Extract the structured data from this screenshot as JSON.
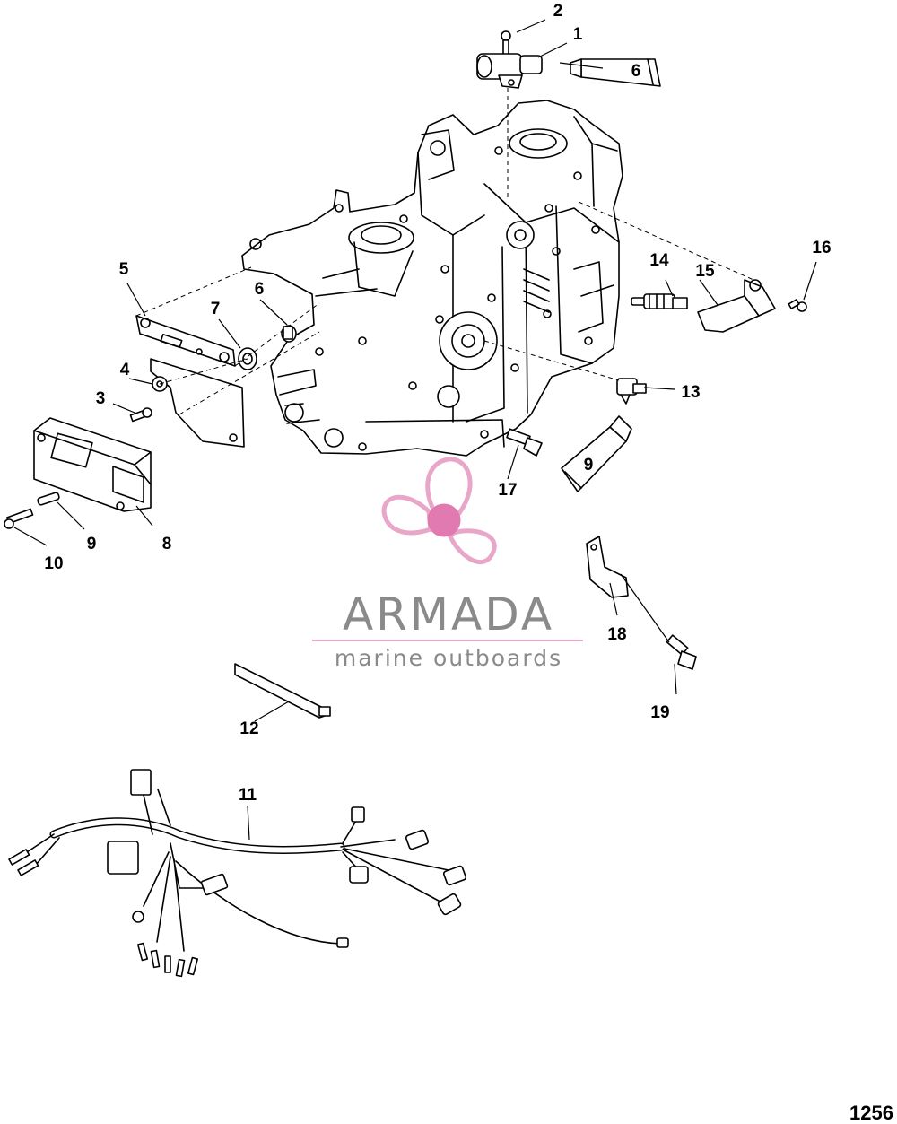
{
  "callouts": [
    {
      "id": "c2",
      "label": "2"
    },
    {
      "id": "c1",
      "label": "1"
    },
    {
      "id": "c6a",
      "label": "6"
    },
    {
      "id": "c5",
      "label": "5"
    },
    {
      "id": "c6b",
      "label": "6"
    },
    {
      "id": "c7",
      "label": "7"
    },
    {
      "id": "c4",
      "label": "4"
    },
    {
      "id": "c3",
      "label": "3"
    },
    {
      "id": "c14",
      "label": "14"
    },
    {
      "id": "c15",
      "label": "15"
    },
    {
      "id": "c16",
      "label": "16"
    },
    {
      "id": "c13",
      "label": "13"
    },
    {
      "id": "c9a",
      "label": "9"
    },
    {
      "id": "c17",
      "label": "17"
    },
    {
      "id": "c10",
      "label": "10"
    },
    {
      "id": "c9b",
      "label": "9"
    },
    {
      "id": "c8",
      "label": "8"
    },
    {
      "id": "c18",
      "label": "18"
    },
    {
      "id": "c19",
      "label": "19"
    },
    {
      "id": "c12",
      "label": "12"
    },
    {
      "id": "c11",
      "label": "11"
    }
  ],
  "watermark": {
    "brand": "ARMADA",
    "tagline": "marine outboards",
    "logo_color": "#e8a6c8",
    "logo_hub_color": "#e07ab0",
    "text_color": "#8a8a8a"
  },
  "figure_number": "1256"
}
